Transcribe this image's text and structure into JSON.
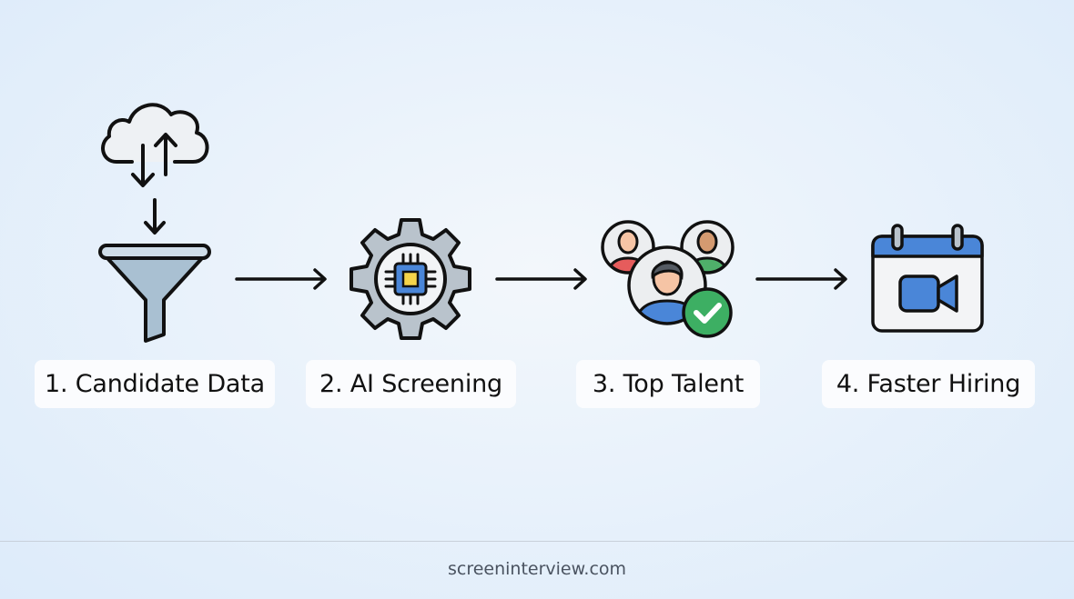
{
  "steps": [
    {
      "number": "1.",
      "label": "1. Candidate Data",
      "icon": "cloud-funnel-icon"
    },
    {
      "number": "2.",
      "label": "2. AI Screening",
      "icon": "gear-chip-icon"
    },
    {
      "number": "3.",
      "label": "3. Top Talent",
      "icon": "people-check-icon"
    },
    {
      "number": "4.",
      "label": "4. Faster Hiring",
      "icon": "calendar-video-icon"
    }
  ],
  "arrows": [
    "arrow-right-icon",
    "arrow-right-icon",
    "arrow-right-icon"
  ],
  "footer": {
    "text": "screeninterview.com"
  },
  "colors": {
    "background": "#e6f0fa",
    "label_bg": "#fbfcfe",
    "gear": "#b9c3cc",
    "chip_blue": "#4a86d8",
    "chip_yellow": "#f5d44a",
    "calendar_blue": "#4a86d8",
    "check_green": "#3daf63",
    "person_red": "#e65c5c",
    "person_green": "#4fb06a",
    "person_blue": "#4a86d8",
    "skin": "#f6c4a5"
  }
}
